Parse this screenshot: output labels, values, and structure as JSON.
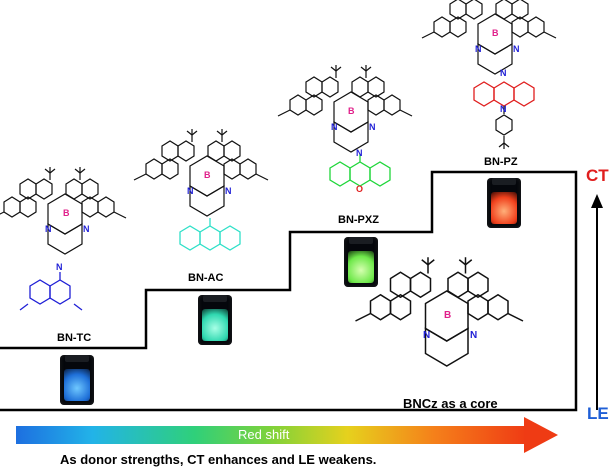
{
  "molecules": {
    "bn_tc": {
      "label": "BN-TC",
      "donor_color": "#1f1fd6"
    },
    "bn_ac": {
      "label": "BN-AC",
      "donor_color": "#2fe0c8"
    },
    "bn_pxz": {
      "label": "BN-PXZ",
      "donor_color": "#1fd63a"
    },
    "bn_pz": {
      "label": "BN-PZ",
      "donor_color": "#e01e1e"
    },
    "core": {
      "label": "BNCz as a core"
    }
  },
  "atoms": {
    "boron": "B",
    "nitrogen": "N",
    "oxygen": "O"
  },
  "axis": {
    "top": "CT",
    "bottom": "LE",
    "top_color": "#e01e1e",
    "bottom_color": "#1f5fd6"
  },
  "arrow": {
    "label": "Red shift"
  },
  "caption": "As donor strengths, CT enhances and LE weakens.",
  "vials": {
    "bn_tc": {
      "glow": "#2fa0ff"
    },
    "bn_ac": {
      "glow": "#34f0c0"
    },
    "bn_pxz": {
      "glow": "#8cff6a"
    },
    "bn_pz": {
      "glow": "#ff5a28"
    }
  },
  "colors": {
    "boron": "#e0208a",
    "nitrogen": "#1f1fd6",
    "oxygen": "#e01e1e"
  }
}
